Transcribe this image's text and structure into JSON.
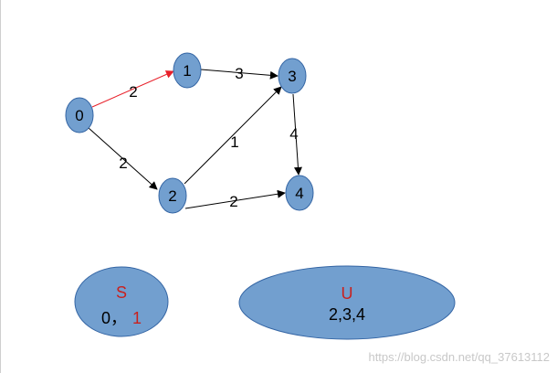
{
  "graph": {
    "nodes": [
      {
        "id": "0",
        "label": "0"
      },
      {
        "id": "1",
        "label": "1"
      },
      {
        "id": "2",
        "label": "2"
      },
      {
        "id": "3",
        "label": "3"
      },
      {
        "id": "4",
        "label": "4"
      }
    ],
    "edges": [
      {
        "from": "0",
        "to": "1",
        "weight": "2",
        "highlighted": true
      },
      {
        "from": "0",
        "to": "2",
        "weight": "2",
        "highlighted": false
      },
      {
        "from": "1",
        "to": "3",
        "weight": "3",
        "highlighted": false
      },
      {
        "from": "2",
        "to": "3",
        "weight": "1",
        "highlighted": false
      },
      {
        "from": "2",
        "to": "4",
        "weight": "2",
        "highlighted": false
      },
      {
        "from": "3",
        "to": "4",
        "weight": "4",
        "highlighted": false
      }
    ]
  },
  "sets": {
    "s": {
      "title": "S",
      "items_first": "0，",
      "items_highlight": "1"
    },
    "u": {
      "title": "U",
      "items": "2,3,4"
    }
  },
  "watermark": "https://blog.csdn.net/qq_37613112",
  "colors": {
    "node_fill": "#729fcf",
    "node_stroke": "#3465a4",
    "edge": "#000000",
    "edge_highlight": "#e8202a",
    "set_title": "#c9211e"
  }
}
